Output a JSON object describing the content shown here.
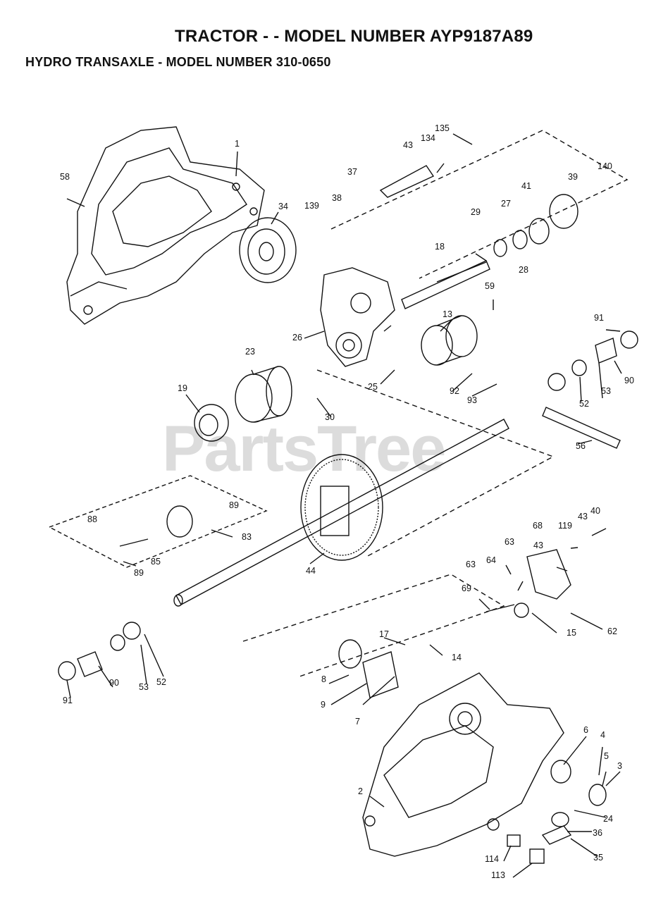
{
  "title": "TRACTOR - - MODEL NUMBER AYP9187A89",
  "subtitle": "HYDRO TRANSAXLE - MODEL NUMBER 310-0650",
  "watermark": "PartsTree",
  "labels": {
    "l1": "1",
    "l58": "58",
    "l34": "34",
    "l37": "37",
    "l38": "38",
    "l139": "139",
    "l43a": "43",
    "l134": "134",
    "l135": "135",
    "l140": "140",
    "l39": "39",
    "l41": "41",
    "l27": "27",
    "l29": "29",
    "l28": "28",
    "l18": "18",
    "l59": "59",
    "l26": "26",
    "l13": "13",
    "l91a": "91",
    "l90a": "90",
    "l53a": "53",
    "l52a": "52",
    "l23": "23",
    "l19": "19",
    "l25": "25",
    "l92": "92",
    "l93": "93",
    "l30": "30",
    "l56": "56",
    "l88": "88",
    "l89a": "89",
    "l83": "83",
    "l85": "85",
    "l89b": "89",
    "l44": "44",
    "l40": "40",
    "l43b": "43",
    "l68": "68",
    "l119": "119",
    "l63a": "63",
    "l43c": "43",
    "l63b": "63",
    "l64": "64",
    "l69": "69",
    "l15": "15",
    "l62": "62",
    "l17": "17",
    "l14": "14",
    "l8": "8",
    "l9": "9",
    "l7": "7",
    "l91b": "91",
    "l90b": "90",
    "l53b": "53",
    "l52b": "52",
    "l2": "2",
    "l6": "6",
    "l4": "4",
    "l5": "5",
    "l3": "3",
    "l24": "24",
    "l36": "36",
    "l35": "35",
    "l114": "114",
    "l113": "113"
  }
}
